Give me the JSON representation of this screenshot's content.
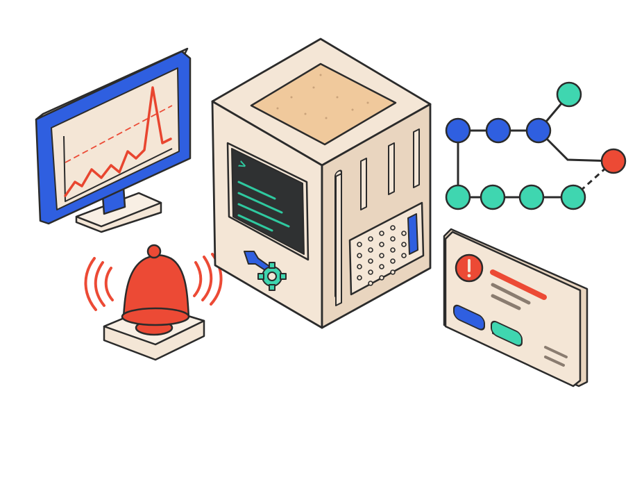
{
  "illustration": {
    "monitor": {
      "icon": "line-chart-monitor",
      "frame_color": "#2f5fe0",
      "line_color": "#e8452f"
    },
    "server": {
      "icon": "server-cube",
      "terminal_prompt": ">",
      "terminal_color": "#2fc9a0",
      "maintenance_icon": "wrench-gear-icon"
    },
    "alarm": {
      "icon": "ringing-bell",
      "color": "#ec4a35"
    },
    "network": {
      "icon": "node-graph",
      "node_colors": {
        "blue": "#2f5fe0",
        "teal": "#3fd6b0",
        "red": "#ec4a35"
      }
    },
    "alert_card": {
      "icon": "exclamation-icon",
      "accent": "#ec4a35",
      "primary_button_color": "#2f5fe0",
      "secondary_button_color": "#3fd6b0"
    }
  },
  "colors": {
    "outline": "#2b2b2b",
    "body": "#f4e6d6",
    "body_shade": "#e9d5bf",
    "sand": "#f0c99c",
    "screen": "#2f3132"
  }
}
